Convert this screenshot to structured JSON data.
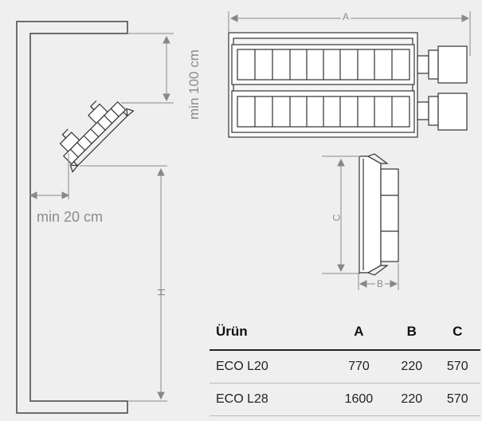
{
  "labels": {
    "min_top": "min 100 cm",
    "min_side": "min 20 cm",
    "dim_a": "A",
    "dim_b": "B",
    "dim_c": "C",
    "dim_h": "H"
  },
  "table": {
    "headers": [
      "Ürün",
      "A",
      "B",
      "C"
    ],
    "rows": [
      [
        "ECO L20",
        "770",
        "220",
        "570"
      ],
      [
        "ECO L28",
        "1600",
        "220",
        "570"
      ]
    ]
  }
}
